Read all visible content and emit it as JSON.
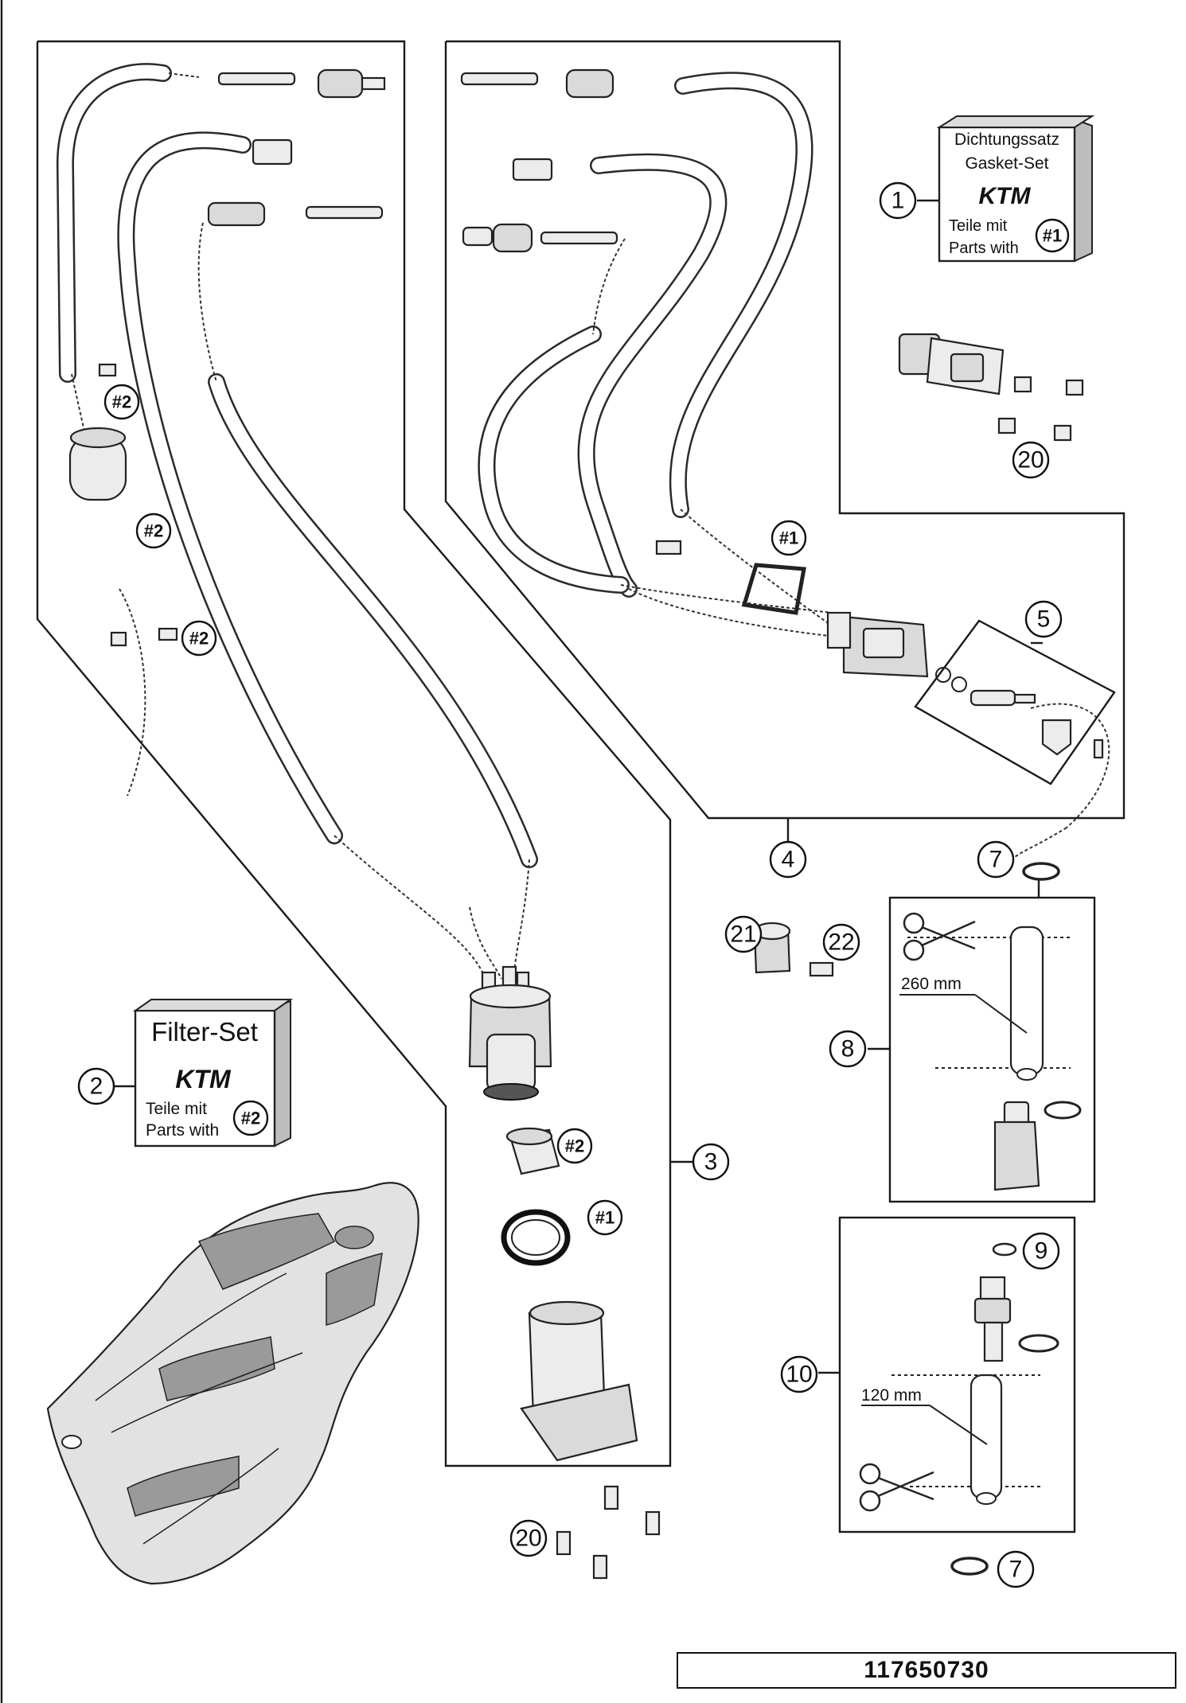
{
  "gasket_set": {
    "title_de": "Dichtungssatz",
    "title_en": "Gasket-Set",
    "brand": "KTM",
    "note_de": "Teile mit",
    "note_en": "Parts with",
    "ref": "#1"
  },
  "filter_set": {
    "title": "Filter-Set",
    "brand": "KTM",
    "note_de": "Teile mit",
    "note_en": "Parts with",
    "ref": "#2"
  },
  "callouts": {
    "c1": "1",
    "c2": "2",
    "c3": "3",
    "c4": "4",
    "c5": "5",
    "c7a": "7",
    "c7b": "7",
    "c8": "8",
    "c9": "9",
    "c10": "10",
    "c20a": "20",
    "c20b": "20",
    "c21": "21",
    "c22": "22"
  },
  "refs": {
    "r2a": "#2",
    "r2b": "#2",
    "r2c": "#2",
    "r2d": "#2",
    "r1a": "#1",
    "r1b": "#1"
  },
  "dimensions": {
    "hose_a": "260 mm",
    "hose_b": "120 mm"
  },
  "document_number": "117650730",
  "icons": [
    "scissors-icon",
    "scissors-icon",
    "ktm-logo"
  ]
}
